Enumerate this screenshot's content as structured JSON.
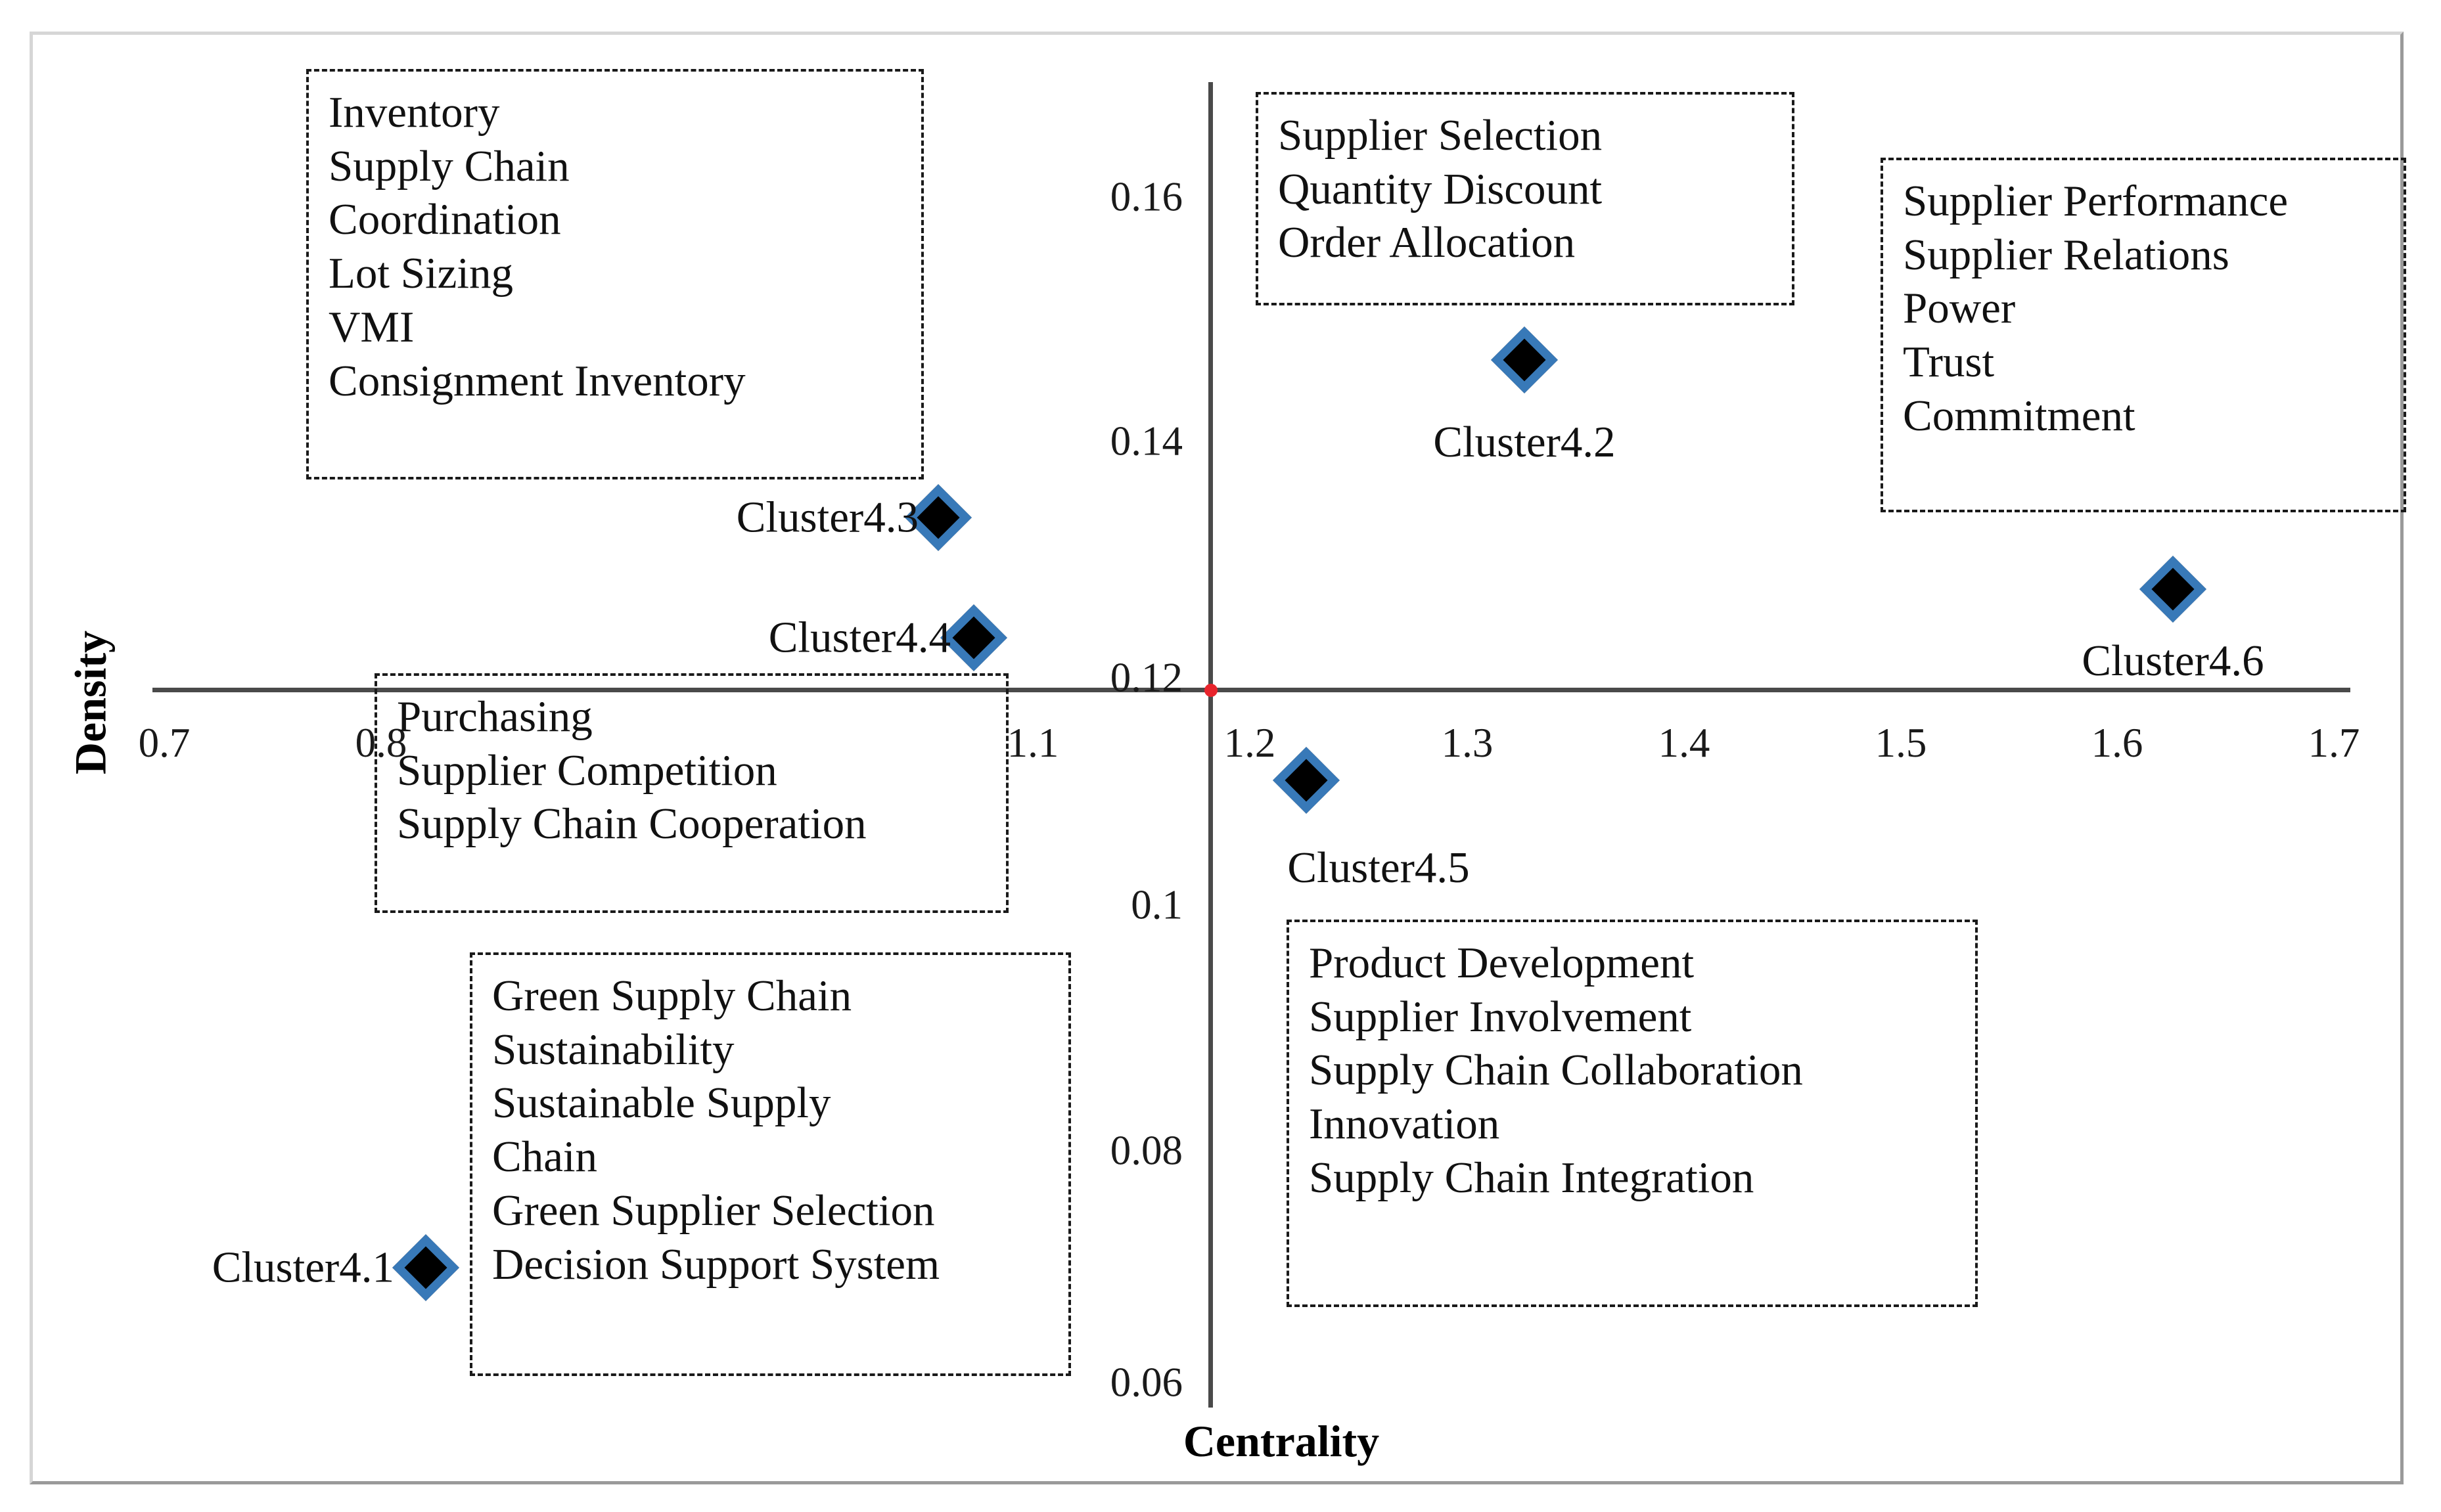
{
  "chart_data": {
    "type": "scatter",
    "title": "",
    "xlabel": "Centrality",
    "ylabel": "Density",
    "xlim": [
      0.65,
      1.73
    ],
    "ylim": [
      0.055,
      0.172
    ],
    "grid": false,
    "legend": "none",
    "x_ticks": [
      "0.7",
      "0.8",
      "1.1",
      "1.2",
      "1.3",
      "1.4",
      "1.5",
      "1.6",
      "1.7"
    ],
    "y_ticks": [
      "0.16",
      "0.14",
      "0.12",
      "0.1",
      "0.08",
      "0.06"
    ],
    "origin_marker_color": "#e8242c",
    "marker_fill": "#000000",
    "marker_edge": "#3879b8",
    "points": [
      {
        "label": "Cluster4.1",
        "x": 0.8,
        "y": 0.0705
      },
      {
        "label": "Cluster4.2",
        "x": 1.315,
        "y": 0.1465
      },
      {
        "label": "Cluster4.3",
        "x": 0.955,
        "y": 0.1335
      },
      {
        "label": "Cluster4.4",
        "x": 0.972,
        "y": 0.1225
      },
      {
        "label": "Cluster4.5",
        "x": 1.222,
        "y": 0.1115
      },
      {
        "label": "Cluster4.6",
        "x": 1.618,
        "y": 0.1278
      }
    ]
  },
  "axes": {
    "x_title": "Centrality",
    "y_title": "Density",
    "x_ticks": [
      {
        "value": "0.7",
        "px": 250
      },
      {
        "value": "0.8",
        "px": 580
      },
      {
        "value": "1.1",
        "px": 1572
      },
      {
        "value": "1.2",
        "px": 1902
      },
      {
        "value": "1.3",
        "px": 2233
      },
      {
        "value": "1.4",
        "px": 2563
      },
      {
        "value": "1.5",
        "px": 2893
      },
      {
        "value": "1.6",
        "px": 3222
      },
      {
        "value": "1.7",
        "px": 3552
      }
    ],
    "y_ticks": [
      {
        "value": "0.16",
        "px": 300
      },
      {
        "value": "0.14",
        "px": 672
      },
      {
        "value": "0.12",
        "px": 1032
      },
      {
        "value": "0.1",
        "px": 1378
      },
      {
        "value": "0.08",
        "px": 1752
      },
      {
        "value": "0.06",
        "px": 2105
      }
    ]
  },
  "clusters": [
    {
      "id": "cluster-4-1",
      "label": "Cluster4.1",
      "keywords": [
        "Green Supply Chain",
        "Sustainability",
        "Sustainable Supply",
        "Chain",
        "Green Supplier Selection",
        "Decision Support System"
      ]
    },
    {
      "id": "cluster-4-2",
      "label": "Cluster4.2",
      "keywords": [
        "Supplier Selection",
        "Quantity Discount",
        "Order Allocation"
      ]
    },
    {
      "id": "cluster-4-3",
      "label": "Cluster4.3",
      "keywords": [
        "Inventory",
        "Supply Chain",
        "Coordination",
        "Lot Sizing",
        "VMI",
        "Consignment Inventory"
      ]
    },
    {
      "id": "cluster-4-4",
      "label": "Cluster4.4",
      "keywords": [
        "Purchasing",
        "Supplier Competition",
        "Supply Chain Cooperation"
      ]
    },
    {
      "id": "cluster-4-5",
      "label": "Cluster4.5",
      "keywords": [
        "Product Development",
        "Supplier Involvement",
        "Supply Chain Collaboration",
        "Innovation",
        "Supply Chain Integration"
      ]
    },
    {
      "id": "cluster-4-6",
      "label": "Cluster4.6",
      "keywords": [
        "Supplier Performance",
        "Supplier Relations",
        "Power",
        "Trust",
        "Commitment"
      ]
    }
  ]
}
